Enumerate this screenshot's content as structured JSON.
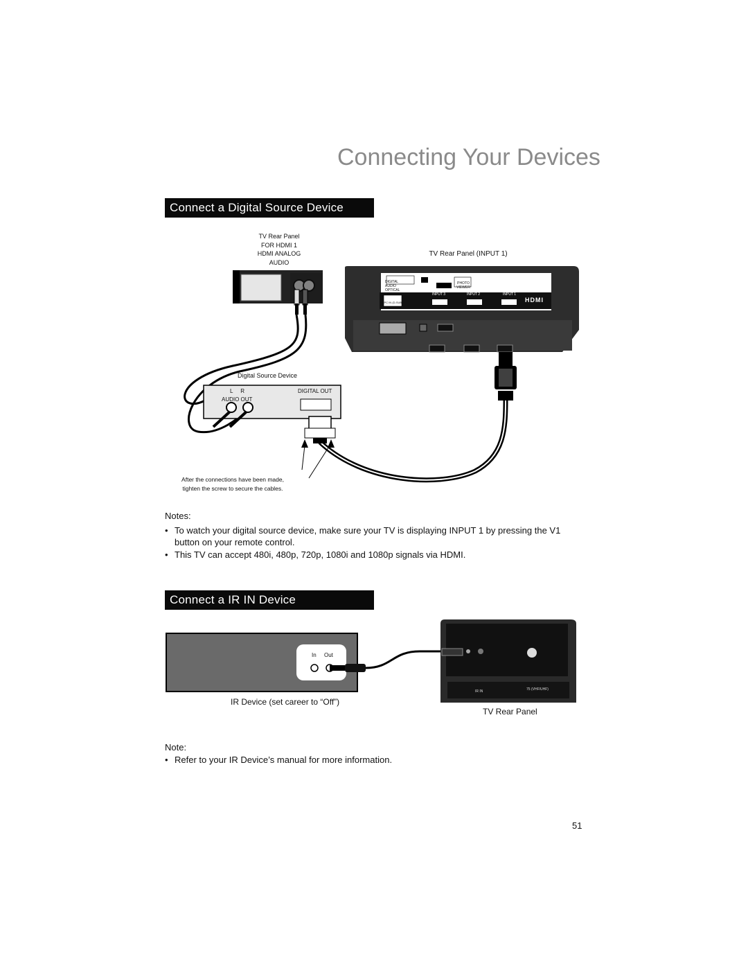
{
  "page": {
    "title": "Connecting Your Devices",
    "page_number": "51"
  },
  "section1": {
    "heading": "Connect a Digital Source Device",
    "diagram": {
      "rear_panel_hdmi_label": [
        "TV Rear Panel",
        "FOR HDMI 1",
        "HDMI ANALOG",
        "AUDIO"
      ],
      "rear_panel_input_label": "TV Rear Panel (INPUT 1)",
      "panel_port_labels": [
        "DIGITAL AUDIO OPTICAL OUT",
        "PHOTO VIEWER",
        "INPUT 3",
        "INPUT 2",
        "INPUT 1",
        "PC IN (D-SUB)"
      ],
      "hdmi_logo": "HDMI",
      "source_device_label": "Digital Source Device",
      "source_lr": "L     R",
      "source_audio_out": "AUDIO OUT",
      "source_digital_out": "DIGITAL OUT",
      "caption_lines": [
        "After the connections have been made,",
        "tighten the screw to secure the cables."
      ]
    },
    "notes_label": "Notes:",
    "notes": [
      "To watch your digital source device, make sure your TV is displaying INPUT 1 by pressing the V1 button on your remote control.",
      "This TV can accept 480i, 480p, 720p, 1080i and 1080p signals via HDMI."
    ]
  },
  "section2": {
    "heading": "Connect a IR IN Device",
    "diagram": {
      "ir_in_label": "In",
      "ir_out_label": "Out",
      "ir_device_caption": "IR Device (set career to “Off”)",
      "tv_rear_caption": "TV Rear Panel",
      "panel_ir_label": "IR IN",
      "panel_ant_label": "75 (VHF/UHF)"
    },
    "note_label": "Note:",
    "notes": [
      "Refer to your IR Device’s manual for more information."
    ]
  }
}
